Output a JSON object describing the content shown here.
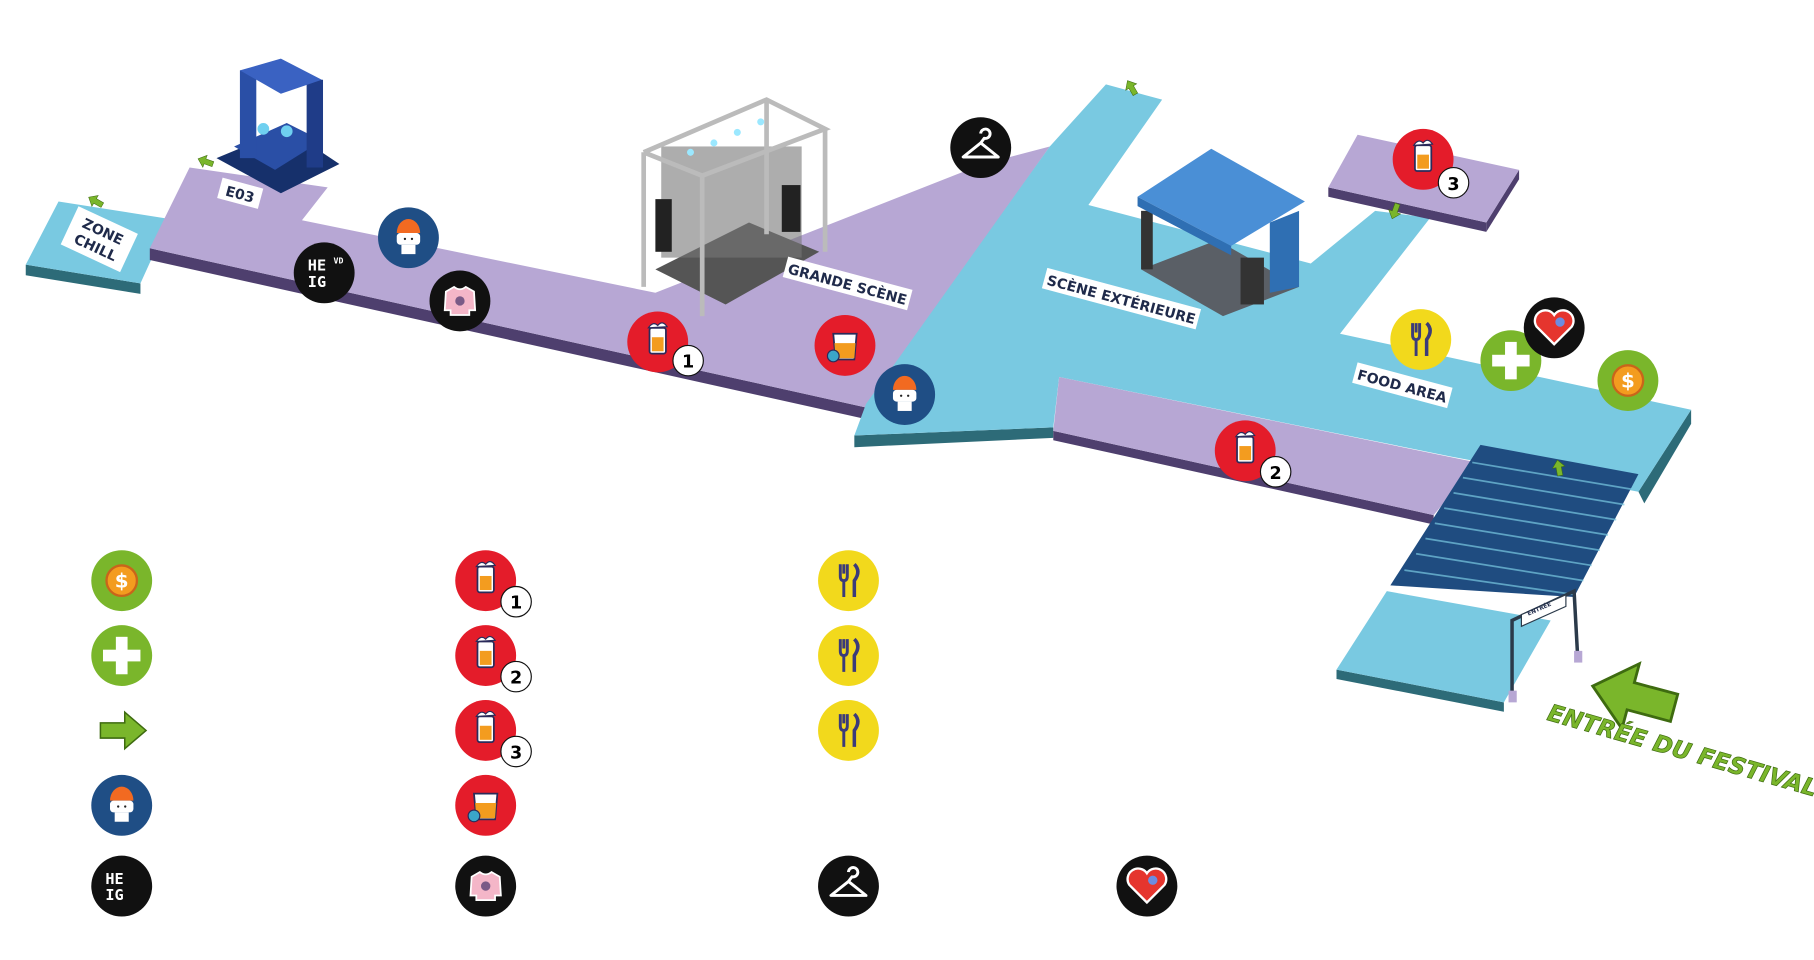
{
  "colors": {
    "path_purple": "#b7a7d4",
    "path_purple_side": "#4e3f6e",
    "plaza_blue": "#79c9e1",
    "plaza_blue_side": "#2d6b78",
    "stairs": "#1f4c80",
    "beer_red": "#e41c2a",
    "food_yellow": "#f2d91c",
    "service_green": "#7ab62b",
    "toilet_navy": "#1f4e85",
    "black": "#111111"
  },
  "map": {
    "labels": {
      "zone_chill_1": "ZONE",
      "zone_chill_2": "CHILL",
      "e03": "E03",
      "grande_scene": "GRANDE SCÈNE",
      "scene_exterieure": "SCÈNE EXTÉRIEURE",
      "food_area": "FOOD AREA",
      "entree_gate": "ENTRÉE",
      "entree_festival": "ENTRÉE DU FESTIVAL"
    },
    "markers": [
      {
        "icon": "heig-logo",
        "logo_text": "HE IG VD"
      },
      {
        "icon": "toilet-icon"
      },
      {
        "icon": "sweater-icon"
      },
      {
        "icon": "beer-icon",
        "badge": "1"
      },
      {
        "icon": "drink-icon"
      },
      {
        "icon": "hanger-icon"
      },
      {
        "icon": "toilet-icon"
      },
      {
        "icon": "beer-icon",
        "badge": "3"
      },
      {
        "icon": "food-icon"
      },
      {
        "icon": "first-aid-icon"
      },
      {
        "icon": "heart-icon"
      },
      {
        "icon": "coin-icon"
      },
      {
        "icon": "beer-icon",
        "badge": "2"
      }
    ]
  },
  "legend": {
    "items": [
      {
        "icon": "coin-icon"
      },
      {
        "icon": "first-aid-icon"
      },
      {
        "icon": "direction-arrow-icon"
      },
      {
        "icon": "toilet-icon"
      },
      {
        "icon": "heig-logo"
      },
      {
        "icon": "beer-icon",
        "badge": "1"
      },
      {
        "icon": "beer-icon",
        "badge": "2"
      },
      {
        "icon": "beer-icon",
        "badge": "3"
      },
      {
        "icon": "drink-icon"
      },
      {
        "icon": "sweater-icon"
      },
      {
        "icon": "food-icon"
      },
      {
        "icon": "food-icon"
      },
      {
        "icon": "food-icon"
      },
      {
        "icon": "hanger-icon"
      },
      {
        "icon": "heart-icon"
      }
    ]
  }
}
